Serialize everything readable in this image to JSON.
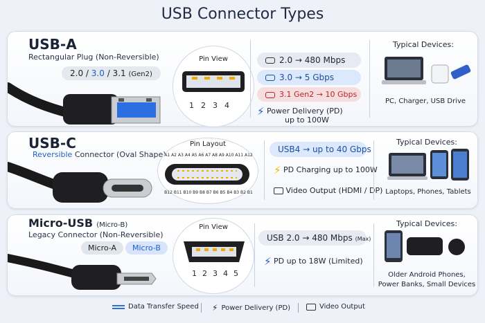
{
  "title": "USB Connector Types",
  "usb_a": {
    "name": "USB-A",
    "subtitle": "Rectangular Plug (Non-Reversible)",
    "ver_a": "2.0 /",
    "ver_b": "3.0",
    "ver_c": "/ 3.1",
    "ver_d": "(Gen2)",
    "pin_title": "Pin View",
    "pins": [
      "1",
      "2",
      "3",
      "4"
    ],
    "spec1": "2.0 → 480 Mbps",
    "spec2": "3.0 → 5 Gbps",
    "spec3": "3.1 Gen2 → 10 Gbps",
    "pd_line1": "Power Delivery (PD)",
    "pd_line2": "up to 100W",
    "devices_title": "Typical Devices:",
    "devices": "PC, Charger, USB Drive"
  },
  "usb_c": {
    "name": "USB-C",
    "subtitle_hl": "Reversible",
    "subtitle_rest": "Connector (Oval Shape)",
    "pin_title": "Pin Layout",
    "pins_top": "A1 A2 A3 A4 A5 A6 A7 A8 A9 A10 A11 A12",
    "pins_bottom": "B12 B11 B10 B9 B8 B7 B6 B5 B4 B3 B2 B1",
    "spec1": "USB4 → up to 40 Gbps",
    "pd": "PD Charging up to 100W",
    "video": "Video Output (HDMI / DP)",
    "devices_title": "Typical Devices:",
    "devices": "Laptops, Phones, Tablets"
  },
  "micro": {
    "name": "Micro-USB",
    "name_suffix": "(Micro-B)",
    "subtitle": "Legacy Connector (Non-Reversible)",
    "chip_a": "Micro-A",
    "chip_b": "Micro-B",
    "pin_title": "Pin View",
    "pins": [
      "1",
      "2",
      "3",
      "4",
      "5"
    ],
    "spec1": "USB 2.0 → 480 Mbps",
    "spec1_note": "(Max)",
    "pd": "PD up to 18W (Limited)",
    "devices_title": "Typical Devices:",
    "devices_line1": "Older Android Phones,",
    "devices_line2": "Power Banks, Small Devices"
  },
  "legend": {
    "transfer": "Data Transfer Speed",
    "power": "Power Delivery (PD)",
    "video": "Video Output"
  },
  "colors": {
    "accent_blue": "#1e5fc2",
    "red": "#b3262b",
    "yellow": "#f0b400"
  }
}
